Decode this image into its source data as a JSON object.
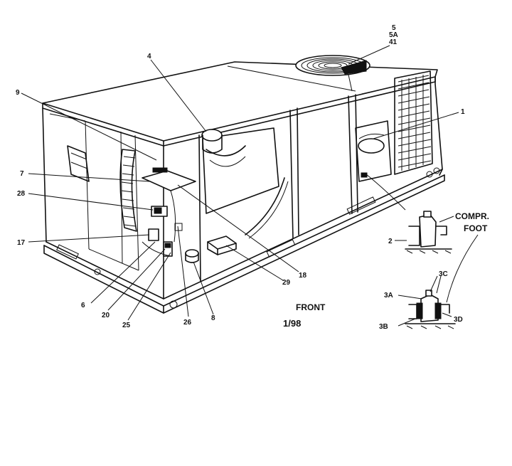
{
  "labels": {
    "l5": "5",
    "l5a": "5A",
    "l41": "41",
    "l4": "4",
    "l9": "9",
    "l1": "1",
    "l7": "7",
    "l28": "28",
    "l17": "17",
    "l6": "6",
    "l20": "20",
    "l25": "25",
    "l26": "26",
    "l8": "8",
    "l29": "29",
    "l18": "18",
    "l2": "2",
    "l3a": "3A",
    "l3b": "3B",
    "l3c": "3C",
    "l3d": "3D"
  },
  "captions": {
    "compr": "COMPR.",
    "foot": "FOOT",
    "front": "FRONT",
    "date": "1/98"
  }
}
